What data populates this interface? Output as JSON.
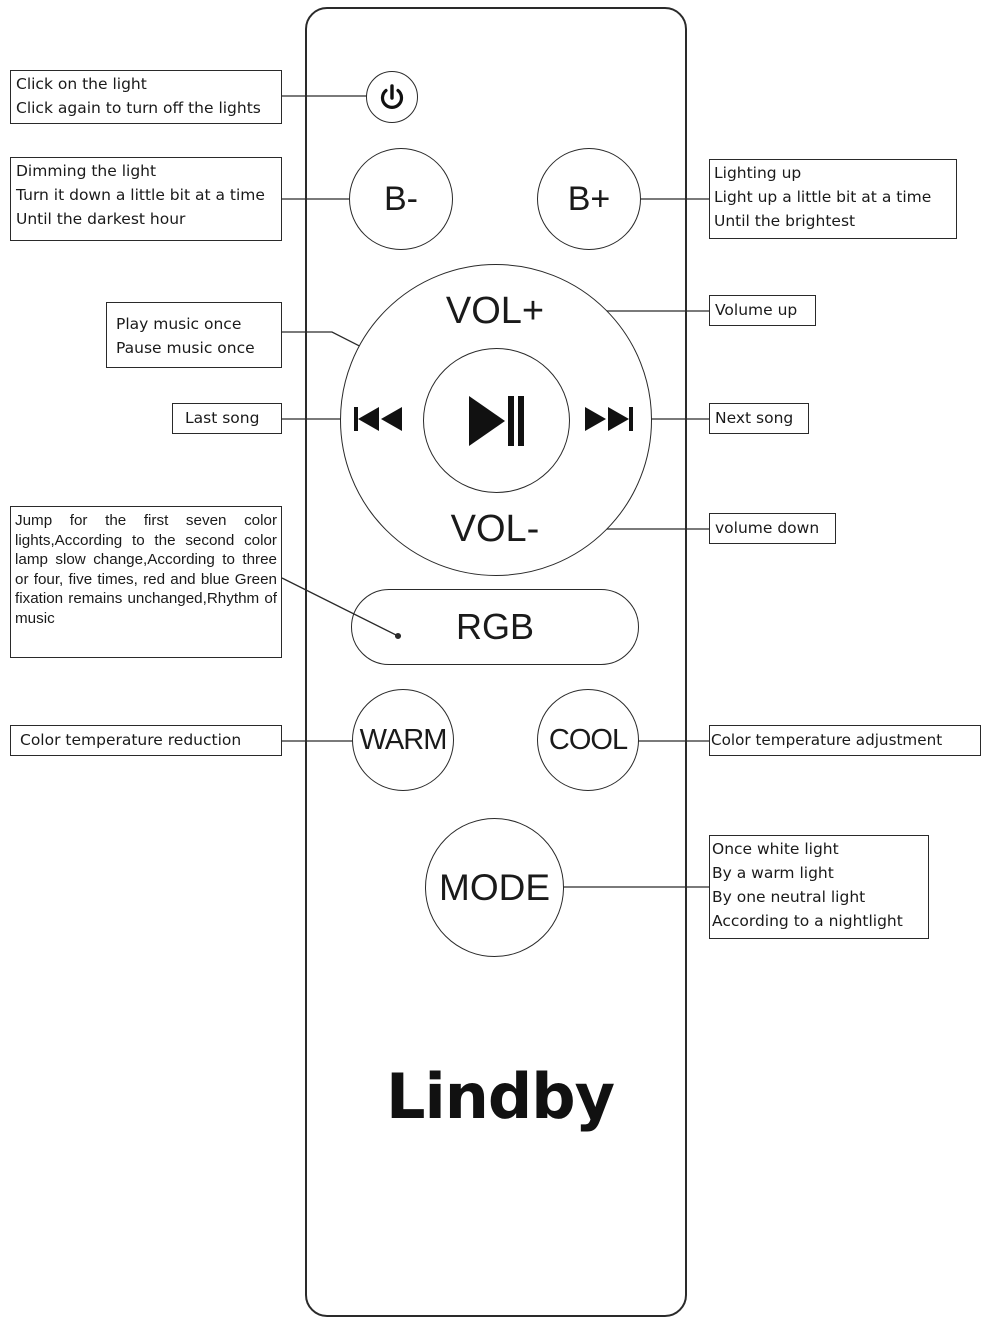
{
  "buttons": {
    "brightness_down": "B-",
    "brightness_up": "B+",
    "volume_up": "VOL+",
    "volume_down": "VOL-",
    "rgb": "RGB",
    "warm": "WARM",
    "cool": "COOL",
    "mode": "MODE"
  },
  "icons": {
    "power": "power-icon",
    "play_pause": "play-pause-icon",
    "previous": "skip-previous-icon",
    "next": "skip-next-icon"
  },
  "brand": "Lindby",
  "annotations": {
    "power": [
      "Click on the light",
      "Click again to turn off the lights"
    ],
    "brightness_down": [
      "Dimming the light",
      "Turn it down a little bit at a time",
      "Until the darkest hour"
    ],
    "brightness_up": [
      "Lighting up",
      "Light up a little bit at a time",
      "Until the brightest"
    ],
    "play_pause": [
      "Play music once",
      "Pause music once"
    ],
    "volume_up": "Volume up",
    "previous": "Last song",
    "next": "Next song",
    "volume_down": "volume down",
    "rgb": "Jump for the first seven color lights,According to the second color lamp slow change,According to three or four, five times, red and blue Green fixation remains unchanged,Rhythm of music",
    "warm": "Color temperature reduction",
    "cool": "Color temperature adjustment",
    "mode": [
      "Once white light",
      "By a warm light",
      "By one neutral light",
      "According to a nightlight"
    ]
  }
}
